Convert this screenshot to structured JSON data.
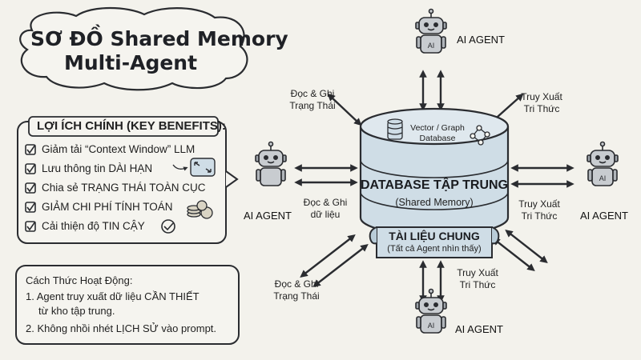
{
  "title": {
    "line1": "SƠ ĐỒ Shared Memory",
    "line2": "Multi-Agent"
  },
  "benefits": {
    "heading": "LỢI ÍCH CHÍNH (KEY BENEFITS):",
    "items": [
      "Giảm tải “Context Window” LLM",
      "Lưu thông tin DÀI HẠN",
      "Chia sẻ TRẠNG THÁI TOÀN CỤC",
      "GIẢM CHI PHÍ TÍNH TOÁN",
      "Cải thiện độ TIN CẬY"
    ]
  },
  "how": {
    "heading": "Cách Thức Hoạt Động:",
    "line1": "1. Agent truy xuất dữ liệu CẦN THIẾT",
    "line1b": "từ kho tập trung.",
    "line2": "2. Không nhồi nhét LỊCH SỬ vào prompt."
  },
  "database": {
    "vector_line1": "Vector / Graph",
    "vector_line2": "Database",
    "main": "DATABASE TẬP TRUNG",
    "sub": "(Shared Memory)"
  },
  "shared_doc": {
    "title": "TÀI LIỆU CHUNG",
    "sub": "(Tất cả Agent nhìn thấy)"
  },
  "agent_label": "AI AGENT",
  "robot_badge": "AI",
  "flow_labels": {
    "read_write_state_a": "Đọc & Ghi",
    "read_write_state_b": "Trạng Thái",
    "retrieve_a": "Truy Xuất",
    "retrieve_b": "Tri Thức",
    "read_write_data_a": "Đọc & Ghi",
    "read_write_data_b": "dữ liệu"
  },
  "colors": {
    "bg": "#f3f2ec",
    "db_blue": "#cfdde6",
    "db_blue_dark": "#a9bfcd",
    "robot_grey": "#c8ccd0",
    "ink": "#2a2c30"
  }
}
